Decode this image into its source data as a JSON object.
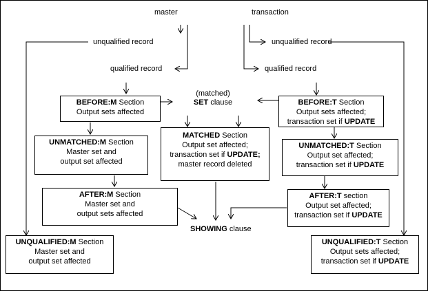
{
  "labels": {
    "master": "master",
    "transaction": "transaction",
    "unqualified_left": "unqualified record",
    "unqualified_right": "unqualified record",
    "qualified_left": "qualified record",
    "qualified_right": "qualified record",
    "matched_set_1": "(matched)",
    "set_keyword": "SET",
    "set_rest": "clause",
    "showing_keyword": "SHOWING",
    "showing_rest": "clause"
  },
  "boxes": {
    "before_m": {
      "keyword": "BEFORE:M",
      "rest": "Section",
      "l2": "Output sets affected"
    },
    "unmatched_m": {
      "keyword": "UNMATCHED:M",
      "rest": "Section",
      "l2": "Master set and",
      "l3": "output set affected"
    },
    "after_m": {
      "keyword": "AFTER:M",
      "rest": "Section",
      "l2": "Master set and",
      "l3": "output sets affected"
    },
    "unqualified_m": {
      "keyword": "UNQUALIFIED:M",
      "rest": "Section",
      "l2": "Master set and",
      "l3": "output set affected"
    },
    "matched": {
      "keyword": "MATCHED",
      "rest": "Section",
      "l2": "Output set affected;",
      "l3_pre": "transaction set if",
      "l3_kw": "UPDATE;",
      "l4": "master record deleted"
    },
    "before_t": {
      "keyword": "BEFORE:T",
      "rest": "Section",
      "l2": "Output sets affected;",
      "l3_pre": "transaction set if",
      "l3_kw": "UPDATE"
    },
    "unmatched_t": {
      "keyword": "UNMATCHED:T",
      "rest": "Section",
      "l2": "Output set affected;",
      "l3_pre": "transaction set if",
      "l3_kw": "UPDATE"
    },
    "after_t": {
      "keyword": "AFTER:T",
      "rest": "section",
      "l2": "Output set affected;",
      "l3_pre": "transaction set if",
      "l3_kw": "UPDATE"
    },
    "unqualified_t": {
      "keyword": "UNQUALIFIED:T",
      "rest": "Section",
      "l2": "Output sets affected;",
      "l3_pre": "transaction set if",
      "l3_kw": "UPDATE"
    }
  }
}
